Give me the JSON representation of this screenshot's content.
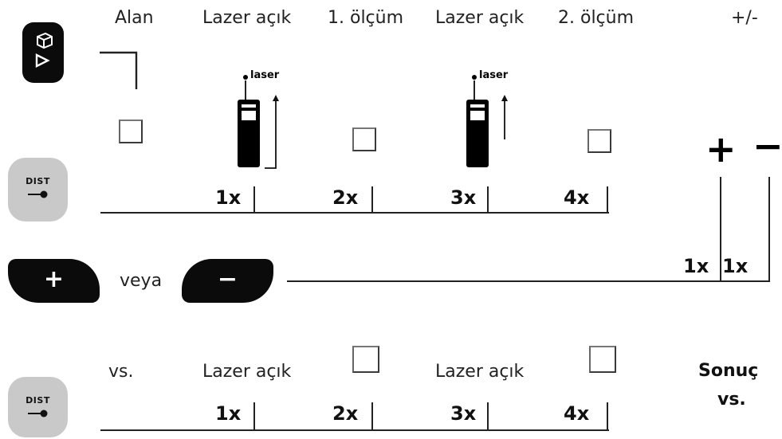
{
  "header": {
    "alan": "Alan",
    "lazer1": "Lazer açık",
    "olcum1": "1. ölçüm",
    "lazer2": "Lazer açık",
    "olcum2": "2. ölçüm",
    "plusminus": "+/-"
  },
  "laser_label": "laser",
  "dist_label": "DIST",
  "press_counts": {
    "c1": "1x",
    "c2": "2x",
    "c3": "3x",
    "c4": "4x"
  },
  "plus_minus_row": {
    "plus_sign": "+",
    "minus_sign": "−",
    "plus_key": "+",
    "minus_key": "−",
    "or_text": "veya",
    "plus_count": "1x",
    "minus_count": "1x"
  },
  "bottom_row": {
    "vs_left": "vs.",
    "lazer1": "Lazer açık",
    "lazer2": "Lazer açık",
    "result": "Sonuç",
    "result_vs": "vs.",
    "counts": {
      "c1": "1x",
      "c2": "2x",
      "c3": "3x",
      "c4": "4x"
    }
  }
}
